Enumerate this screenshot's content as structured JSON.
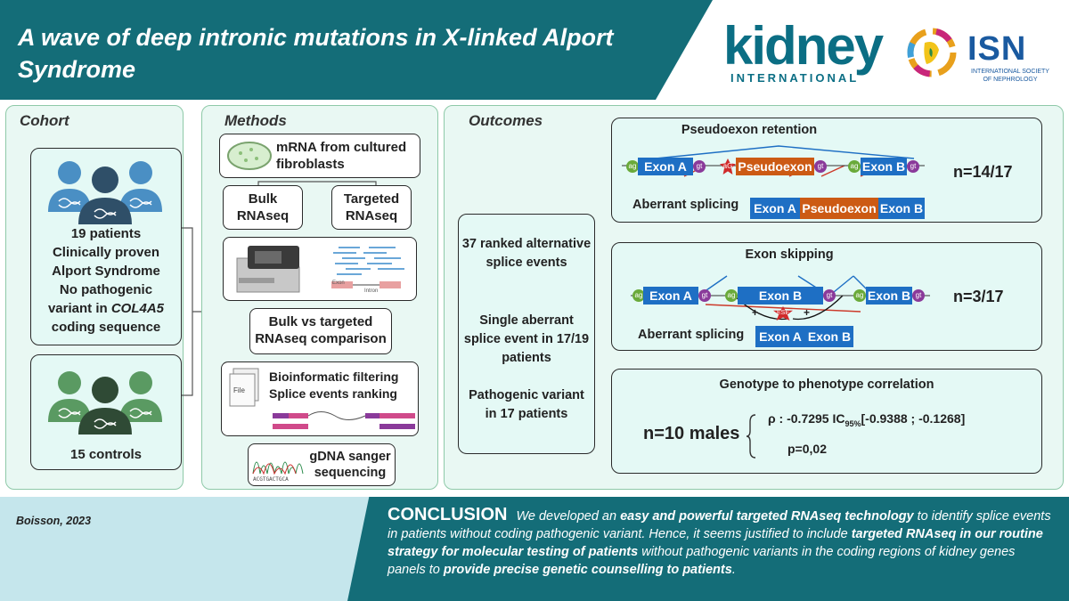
{
  "header": {
    "title": "A wave of deep intronic mutations in X-linked Alport Syndrome",
    "logo_kidney": "kidney",
    "logo_kidney_sub": "INTERNATIONAL",
    "logo_isn": "ISN",
    "logo_isn_sub": "INTERNATIONAL SOCIETY OF NEPHROLOGY"
  },
  "cohort": {
    "title": "Cohort",
    "patients_lines": [
      "19 patients",
      "Clinically proven",
      "Alport Syndrome",
      "No pathogenic",
      "variant in",
      "COL4A5",
      "coding sequence"
    ],
    "controls": "15 controls"
  },
  "methods": {
    "title": "Methods",
    "mrna": "mRNA from cultured fibroblasts",
    "bulk": "Bulk RNAseq",
    "targeted": "Targeted RNAseq",
    "exon_label": "Exon",
    "intron_label": "Intron",
    "comparison": "Bulk vs targeted RNAseq comparison",
    "file_label": "File",
    "bioinf_1": "Bioinformatic filtering",
    "bioinf_2": "Splice events ranking",
    "gdna": "gDNA sanger sequencing"
  },
  "outcomes": {
    "title": "Outcomes",
    "summary": [
      "37 ranked alternative splice events",
      "Single aberrant splice event in 17/19 patients",
      "Pathogenic variant in 17 patients"
    ],
    "pseudoexon": {
      "title": "Pseudoexon retention",
      "exon_a": "Exon A",
      "pseudo": "Pseudoexon",
      "exon_b": "Exon B",
      "ag": "ag",
      "gt": "gt",
      "ag_mut": "aG",
      "aberrant": "Aberrant splicing",
      "n": "n=14/17"
    },
    "skipping": {
      "title": "Exon skipping",
      "exon_a": "Exon A",
      "exon_b": "Exon B",
      "exon_b2": "Exon B",
      "ag": "ag",
      "gt": "gt",
      "ese": "ESE",
      "plus": "+",
      "aberrant": "Aberrant splicing",
      "n": "n=3/17"
    },
    "correlation": {
      "title": "Genotype to phenotype correlation",
      "n": "n=10 males",
      "rho_prefix": "ρ : -0.7295 IC",
      "rho_sub": "95%",
      "rho_suffix": "[-0.9388 ; -0.1268]",
      "p": "p=0,02"
    }
  },
  "footer": {
    "citation": "Boisson, 2023",
    "conclusion_head": "CONCLUSION",
    "conclusion_parts": [
      {
        "t": "We developed an ",
        "b": false
      },
      {
        "t": "easy and powerful targeted RNAseq technology",
        "b": true
      },
      {
        "t": " to identify splice events in patients without coding pathogenic variant. Hence, it seems justified to include ",
        "b": false
      },
      {
        "t": "targeted RNAseq in our routine strategy for molecular testing of patients",
        "b": true
      },
      {
        "t": " without pathogenic variants in the coding regions of kidney genes panels to ",
        "b": false
      },
      {
        "t": "provide precise genetic counselling to patients",
        "b": true
      },
      {
        "t": ".",
        "b": false
      }
    ]
  },
  "colors": {
    "header_teal": "#146d78",
    "panel_bg": "#e9f8f3",
    "exon_blue": "#1e6fc4",
    "pseudoexon_orange": "#cc5a14",
    "patients_blue": "#4a8fc4",
    "controls_green": "#5a9a62"
  }
}
